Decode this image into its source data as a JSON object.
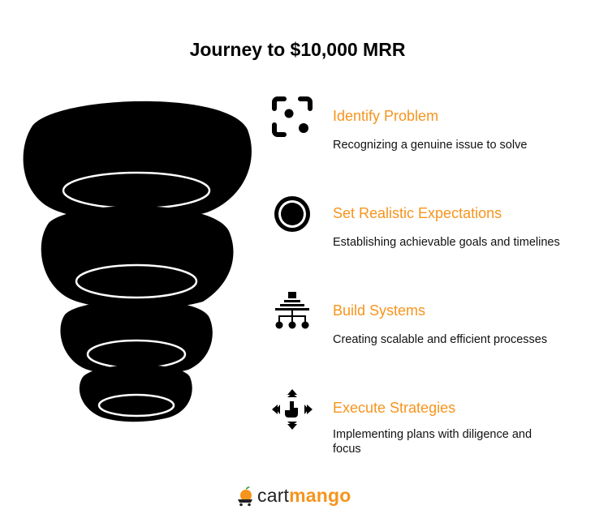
{
  "title": "Journey to $10,000 MRR",
  "accent_color": "#f7941d",
  "steps": [
    {
      "icon": "focus-scan-icon",
      "title": "Identify Problem",
      "description": "Recognizing a genuine issue to solve"
    },
    {
      "icon": "target-icon",
      "title": "Set Realistic Expectations",
      "description": "Establishing achievable goals and timelines"
    },
    {
      "icon": "hierarchy-icon",
      "title": "Build Systems",
      "description": "Creating scalable and efficient processes"
    },
    {
      "icon": "move-arrows-icon",
      "title": "Execute Strategies",
      "description": "Implementing plans with diligence and focus"
    }
  ],
  "logo": {
    "part1": "cart",
    "part2": "mango"
  }
}
